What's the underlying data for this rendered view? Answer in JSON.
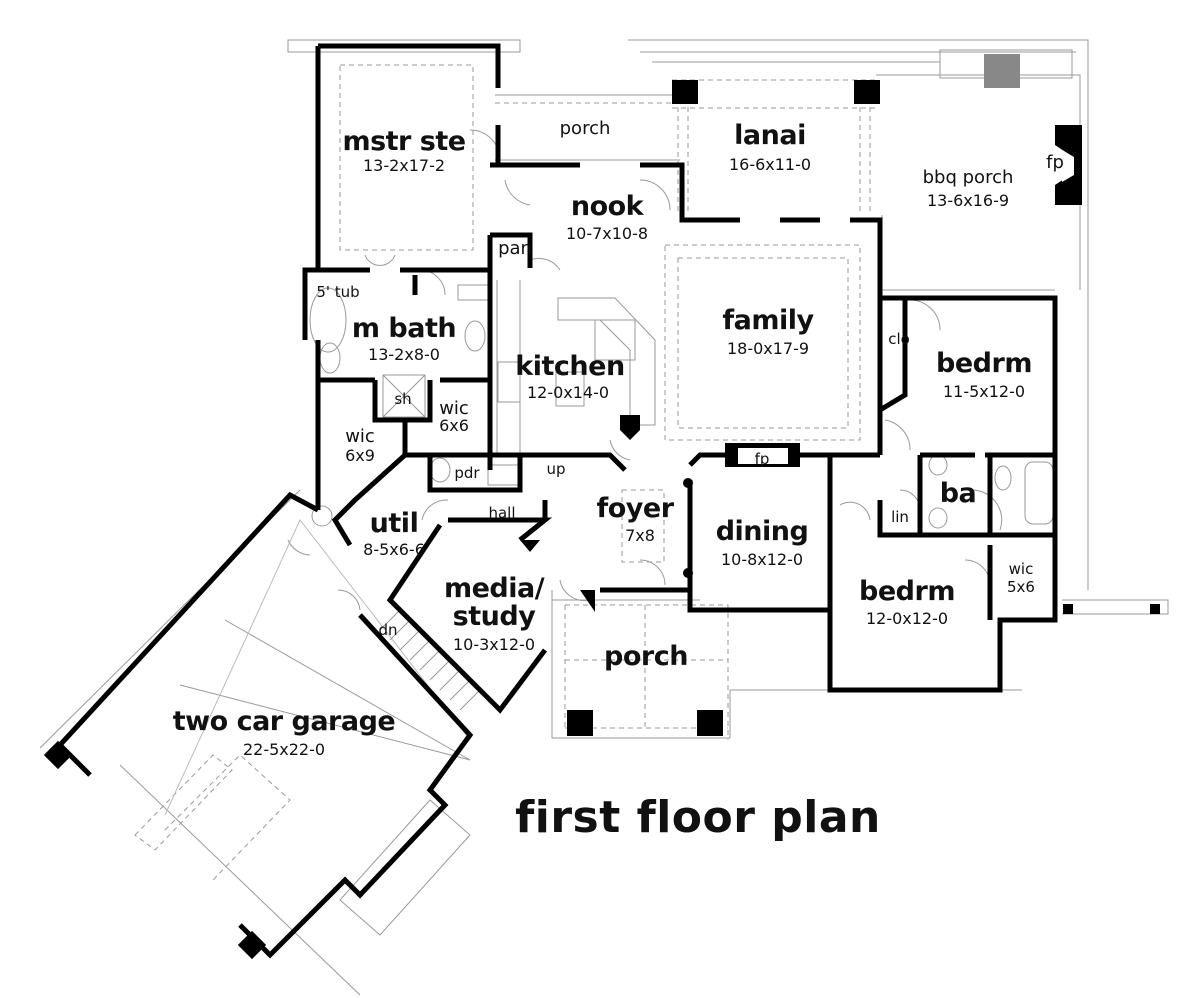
{
  "title": "first floor plan",
  "rooms": {
    "mstr_ste": {
      "name": "mstr ste",
      "dim": "13-2x17-2"
    },
    "porch_rear": {
      "name": "porch"
    },
    "lanai": {
      "name": "lanai",
      "dim": "16-6x11-0"
    },
    "bbq_porch": {
      "name": "bbq porch",
      "dim": "13-6x16-9"
    },
    "fp_bbq": {
      "name": "fp"
    },
    "nook": {
      "name": "nook",
      "dim": "10-7x10-8"
    },
    "pan": {
      "name": "pan"
    },
    "tub": {
      "name": "5' tub"
    },
    "m_bath": {
      "name": "m bath",
      "dim": "13-2x8-0"
    },
    "sh": {
      "name": "sh"
    },
    "wic_6x6": {
      "name": "wic",
      "dim": "6x6"
    },
    "wic_6x9": {
      "name": "wic",
      "dim": "6x9"
    },
    "kitchen": {
      "name": "kitchen",
      "dim": "12-0x14-0"
    },
    "family": {
      "name": "family",
      "dim": "18-0x17-9"
    },
    "clo": {
      "name": "clo"
    },
    "bedrm1": {
      "name": "bedrm",
      "dim": "11-5x12-0"
    },
    "fp_family": {
      "name": "fp"
    },
    "pdr": {
      "name": "pdr"
    },
    "up": {
      "name": "up"
    },
    "hall": {
      "name": "hall"
    },
    "foyer": {
      "name": "foyer",
      "dim": "7x8"
    },
    "dining": {
      "name": "dining",
      "dim": "10-8x12-0"
    },
    "ba": {
      "name": "ba"
    },
    "lin": {
      "name": "lin"
    },
    "wic_5x6": {
      "name": "wic",
      "dim": "5x6"
    },
    "bedrm2": {
      "name": "bedrm",
      "dim": "12-0x12-0"
    },
    "util": {
      "name": "util",
      "dim": "8-5x6-6"
    },
    "media": {
      "name": "media/",
      "name2": "study",
      "dim": "10-3x12-0"
    },
    "dn": {
      "name": "dn"
    },
    "porch_front": {
      "name": "porch"
    },
    "garage": {
      "name": "two car garage",
      "dim": "22-5x22-0"
    }
  }
}
